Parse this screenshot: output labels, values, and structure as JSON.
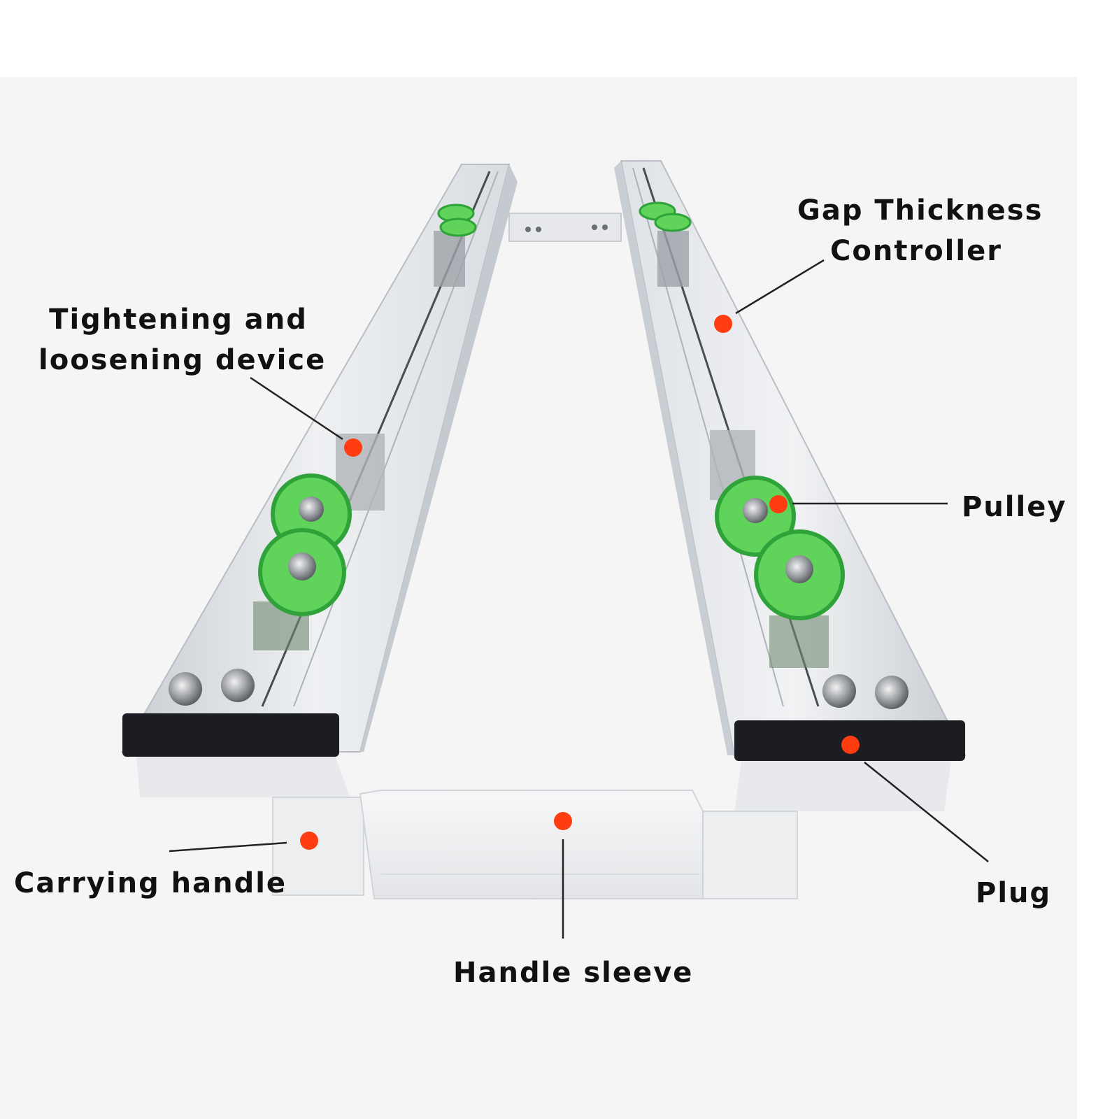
{
  "labels": {
    "gap_thickness_line1": "Gap Thickness",
    "gap_thickness_line2": "Controller",
    "tightening_line1": "Tightening and",
    "tightening_line2": "loosening device",
    "pulley": "Pulley",
    "carrying_handle": "Carrying handle",
    "plug": "Plug",
    "handle_sleeve": "Handle sleeve"
  },
  "colors": {
    "marker": "#ff3d10",
    "wheel": "#5fd35a",
    "wheel_dark": "#2fa33a",
    "rail_top": "#e9ecef",
    "rail_side": "#d3d7dc",
    "cap": "#1c1d22",
    "background": "#f5f5f5"
  }
}
